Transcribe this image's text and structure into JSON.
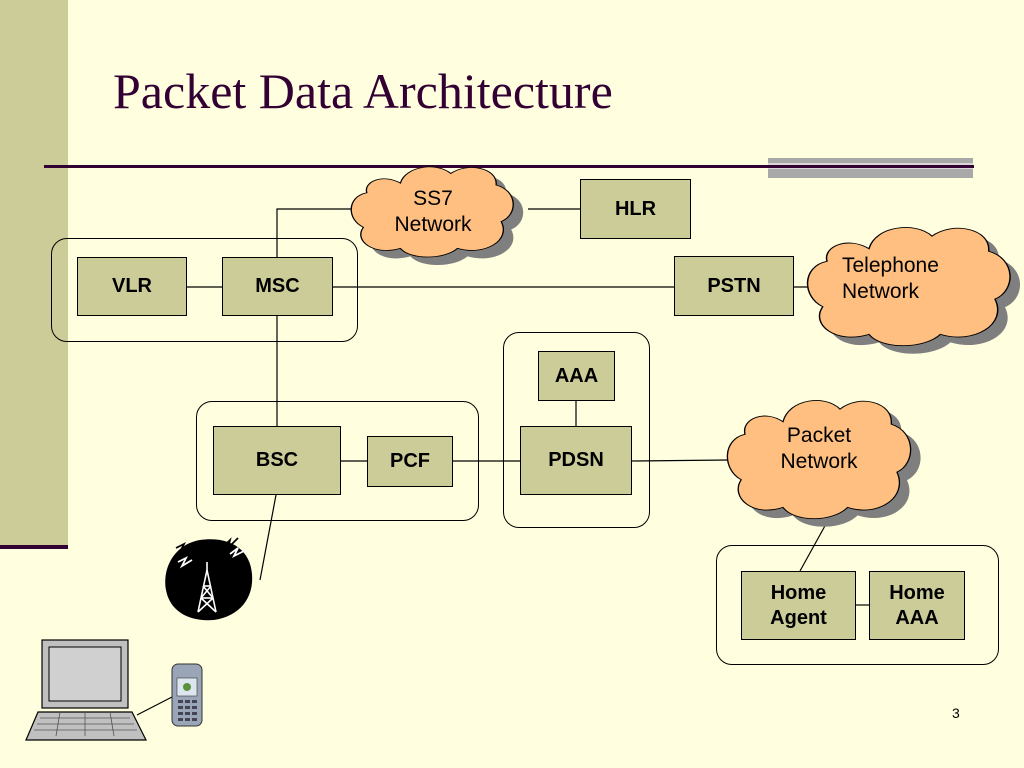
{
  "slide": {
    "title": "Packet Data Architecture",
    "page_number": "3"
  },
  "nodes": {
    "hlr": "HLR",
    "vlr": "VLR",
    "msc": "MSC",
    "pstn": "PSTN",
    "aaa": "AAA",
    "bsc": "BSC",
    "pcf": "PCF",
    "pdsn": "PDSN",
    "home_agent": [
      "Home",
      "Agent"
    ],
    "home_aaa": [
      "Home",
      "AAA"
    ]
  },
  "clouds": {
    "ss7": [
      "SS7",
      "Network"
    ],
    "telephone": [
      "Telephone",
      "Network"
    ],
    "packet": [
      "Packet",
      "Network"
    ]
  },
  "icons": {
    "radio_tower": "radio-tower-icon",
    "laptop": "laptop-icon",
    "mobile_phone": "mobile-phone-icon"
  },
  "colors": {
    "background": "#FFFFE0",
    "sidebar": "#CCCC99",
    "node_fill": "#CCCC99",
    "cloud_fill": "#FFBF80",
    "cloud_shadow": "#7F7F7F",
    "title": "#330033"
  }
}
